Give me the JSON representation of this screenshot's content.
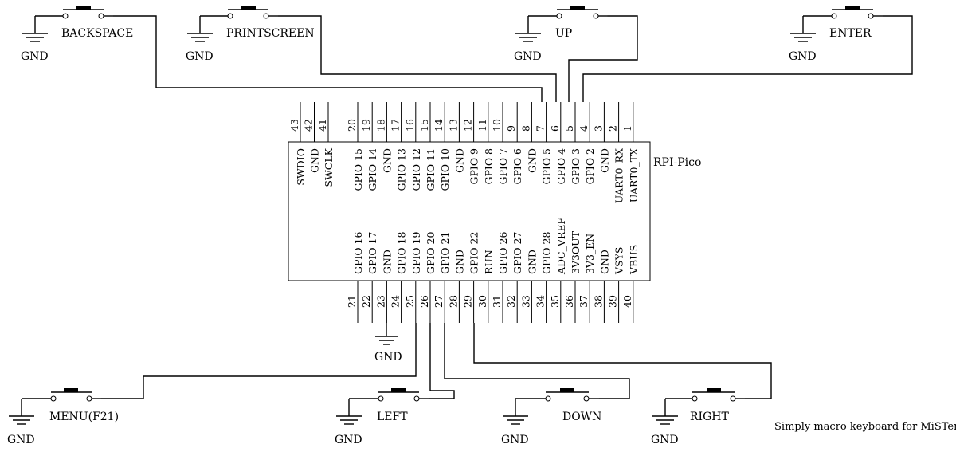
{
  "chip": {
    "name": "RPI-Pico",
    "top_left_group": [
      {
        "num": "43",
        "name": "SWDIO"
      },
      {
        "num": "42",
        "name": "GND"
      },
      {
        "num": "41",
        "name": "SWCLK"
      }
    ],
    "top_pins": [
      {
        "num": "20",
        "name": "GPIO 15"
      },
      {
        "num": "19",
        "name": "GPIO 14"
      },
      {
        "num": "18",
        "name": "GND"
      },
      {
        "num": "17",
        "name": "GPIO 13"
      },
      {
        "num": "16",
        "name": "GPIO 12"
      },
      {
        "num": "15",
        "name": "GPIO 11"
      },
      {
        "num": "14",
        "name": "GPIO 10"
      },
      {
        "num": "13",
        "name": "GND"
      },
      {
        "num": "12",
        "name": "GPIO 9"
      },
      {
        "num": "11",
        "name": "GPIO 8"
      },
      {
        "num": "10",
        "name": "GPIO 7"
      },
      {
        "num": "9",
        "name": "GPIO 6"
      },
      {
        "num": "8",
        "name": "GND"
      },
      {
        "num": "7",
        "name": "GPIO 5"
      },
      {
        "num": "6",
        "name": "GPIO 4"
      },
      {
        "num": "5",
        "name": "GPIO 3"
      },
      {
        "num": "4",
        "name": "GPIO 2"
      },
      {
        "num": "3",
        "name": "GND"
      },
      {
        "num": "2",
        "name": "UART0_RX"
      },
      {
        "num": "1",
        "name": "UART0_TX"
      }
    ],
    "bottom_pins": [
      {
        "num": "21",
        "name": "GPIO 16"
      },
      {
        "num": "22",
        "name": "GPIO 17"
      },
      {
        "num": "23",
        "name": "GND"
      },
      {
        "num": "24",
        "name": "GPIO 18"
      },
      {
        "num": "25",
        "name": "GPIO 19"
      },
      {
        "num": "26",
        "name": "GPIO 20"
      },
      {
        "num": "27",
        "name": "GPIO 21"
      },
      {
        "num": "28",
        "name": "GND"
      },
      {
        "num": "29",
        "name": "GPIO 22"
      },
      {
        "num": "30",
        "name": "RUN"
      },
      {
        "num": "31",
        "name": "GPIO 26"
      },
      {
        "num": "32",
        "name": "GPIO 27"
      },
      {
        "num": "33",
        "name": "GND"
      },
      {
        "num": "34",
        "name": "GPIO 28"
      },
      {
        "num": "35",
        "name": "ADC_VREF"
      },
      {
        "num": "36",
        "name": "3V3OUT"
      },
      {
        "num": "37",
        "name": "3V3_EN"
      },
      {
        "num": "38",
        "name": "GND"
      },
      {
        "num": "39",
        "name": "VSYS"
      },
      {
        "num": "40",
        "name": "VBUS"
      }
    ]
  },
  "buttons": {
    "backspace": "BACKSPACE",
    "printscreen": "PRINTSCREEN",
    "up": "UP",
    "enter": "ENTER",
    "menu": "MENU(F21)",
    "left": "LEFT",
    "down": "DOWN",
    "right": "RIGHT"
  },
  "gnd_label": "GND",
  "caption": "Simply macro keyboard for MiSTer"
}
